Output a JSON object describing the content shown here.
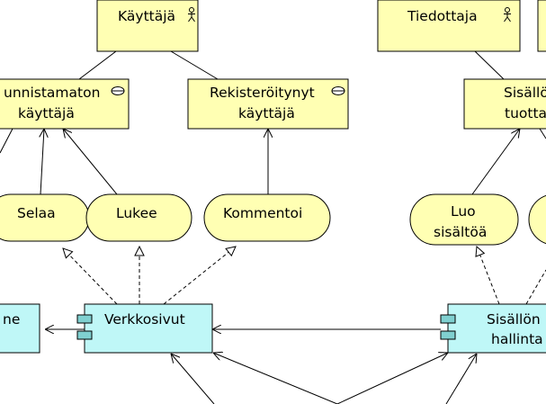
{
  "actors": {
    "kayttaja": "Käyttäjä",
    "tiedottaja": "Tiedottaja"
  },
  "roles": {
    "tunnistamaton_l1": "unnistamaton",
    "tunnistamaton_l2": "käyttäjä",
    "rekisteroitynyt_l1": "Rekisteröitynyt",
    "rekisteroitynyt_l2": "käyttäjä",
    "sisallon_l1": "Sisällö",
    "sisallon_l2": "tuotta"
  },
  "usecases": {
    "selaa": "Selaa",
    "lukee": "Lukee",
    "kommentoi": "Kommentoi",
    "luo_l1": "Luo",
    "luo_l2": "sisältöä"
  },
  "components": {
    "left_partial": "ne",
    "verkkosivut": "Verkkosivut",
    "sisallon_l1": "Sisällön",
    "sisallon_l2": "hallinta"
  },
  "colors": {
    "class_fill": "#ffffb3",
    "component_fill": "#bff7f7",
    "component_tab": "#80d0d0",
    "stroke": "#000000"
  }
}
